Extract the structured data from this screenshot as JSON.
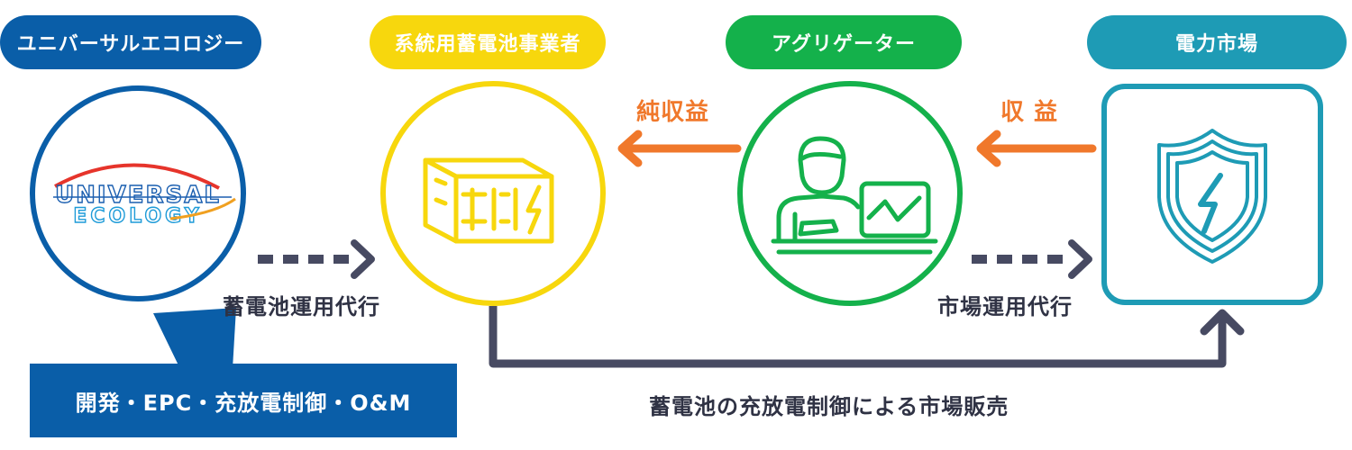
{
  "actors": {
    "universal_ecology": {
      "label": "ユニバーサルエコロジー",
      "color": "#0a5ea8"
    },
    "battery_operator": {
      "label": "系統用蓄電池事業者",
      "color": "#f7d70d"
    },
    "aggregator": {
      "label": "アグリゲーター",
      "color": "#14b14b"
    },
    "power_market": {
      "label": "電力市場",
      "color": "#1e9bb5"
    }
  },
  "logo": {
    "line1": "UNIVERSAL",
    "line2": "ECOLOGY"
  },
  "flows": {
    "storage_operation": "蓄電池運用代行",
    "market_operation": "市場運用代行",
    "net_revenue": "純収益",
    "revenue": "収 益",
    "market_sales": "蓄電池の充放電制御による市場販売"
  },
  "callout": {
    "text": "開発・EPC・充放電制御・O&M"
  },
  "colors": {
    "dark_arrow": "#474a62",
    "orange_arrow": "#f0782b"
  },
  "icons": {
    "battery_operator": "battery-container-icon",
    "aggregator": "operator-laptop-icon",
    "power_market": "lightning-shield-icon"
  }
}
